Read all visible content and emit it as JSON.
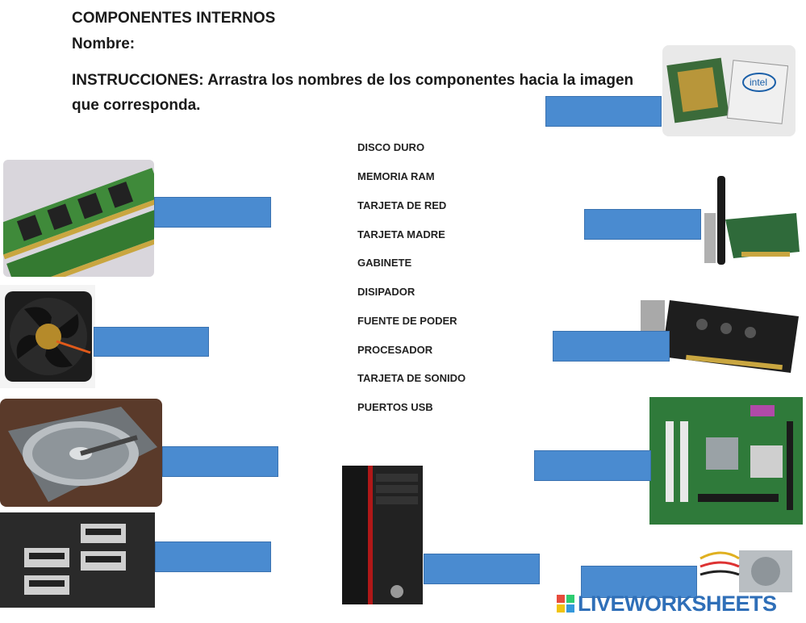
{
  "header": {
    "title": "COMPONENTES INTERNOS",
    "name_label": "Nombre:",
    "instructions": "INSTRUCCIONES: Arrastra los nombres de los componentes hacia la imagen que corresponda."
  },
  "word_bank": [
    "DISCO DURO",
    "MEMORIA RAM",
    "TARJETA DE RED",
    "TARJETA MADRE",
    "GABINETE",
    "DISIPADOR",
    "FUENTE DE PODER",
    "PROCESADOR",
    "TARJETA DE SONIDO",
    "PUERTOS USB"
  ],
  "images": {
    "ram": "memory-module-photo",
    "fan": "cooling-fan-photo",
    "hdd": "hard-drive-photo",
    "usb": "usb-ports-photo",
    "cpu": "processor-photo",
    "wifi": "network-card-photo",
    "sound": "sound-card-photo",
    "motherboard": "motherboard-photo",
    "tower": "pc-case-photo",
    "psu": "power-supply-photo"
  },
  "branding": {
    "logo_text": "LIVEWORKSHEETS",
    "color": "#2f6fb8"
  },
  "colors": {
    "drop_zone": "#4a8bd0"
  }
}
